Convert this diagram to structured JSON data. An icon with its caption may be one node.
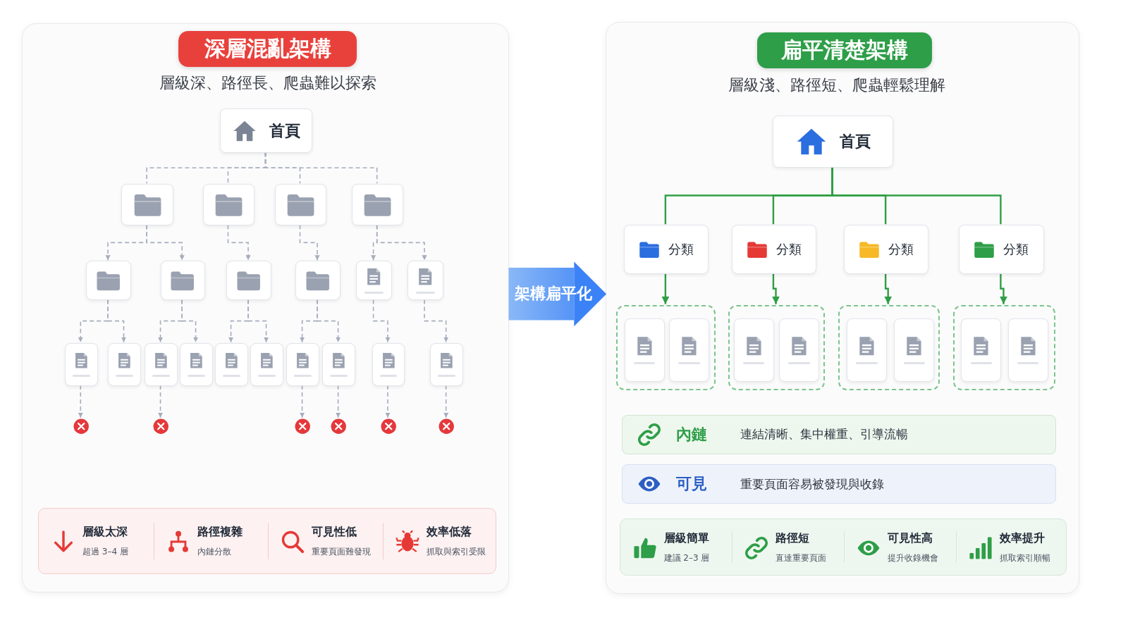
{
  "diagram": {
    "nodes": [
      {
        "text": [
          "層級深、路徑長、爬蟲難以探索"
        ]
      },
      {
        "text": [
          "深層混亂架構"
        ],
        "in": 0
      },
      {
        "text": [
          "首頁"
        ],
        "in": 0
      },
      {
        "text": [],
        "shape": "box",
        "in": 0
      },
      {
        "text": [],
        "shape": "box",
        "in": 0
      },
      {
        "text": [],
        "shape": "box",
        "in": 0
      },
      {
        "text": [],
        "shape": "box",
        "in": 0
      },
      {
        "text": [],
        "shape": "box",
        "in": 0
      },
      {
        "text": [],
        "shape": "box",
        "in": 0
      },
      {
        "text": [],
        "shape": "box",
        "in": 0
      },
      {
        "text": [],
        "shape": "box",
        "in": 0
      },
      {
        "text": [],
        "shape": "box",
        "in": 0
      },
      {
        "text": [],
        "shape": "box",
        "in": 0
      },
      {
        "text": [],
        "shape": "box",
        "in": 0
      },
      {
        "text": [],
        "shape": "box",
        "in": 0
      },
      {
        "text": [],
        "shape": "box",
        "in": 0
      },
      {
        "text": [],
        "shape": "box",
        "in": 0
      },
      {
        "text": [],
        "shape": "box",
        "in": 0
      },
      {
        "text": [],
        "shape": "box",
        "in": 0
      },
      {
        "text": [],
        "shape": "box",
        "in": 0
      },
      {
        "text": [],
        "shape": "box",
        "in": 0
      },
      {
        "text": [],
        "shape": "box",
        "in": 0
      },
      {
        "text": [],
        "shape": "box",
        "in": 0
      },
      {
        "text": [],
        "shape": "circle",
        "in": 0
      },
      {
        "text": [],
        "shape": "circle",
        "in": 0
      },
      {
        "text": [],
        "shape": "circle",
        "in": 0
      },
      {
        "text": [],
        "shape": "circle",
        "in": 0
      },
      {
        "text": [],
        "shape": "circle",
        "in": 0
      },
      {
        "text": [],
        "shape": "circle",
        "in": 0
      },
      {
        "text": [
          "層級太深",
          "超過 3–4 層",
          "路徑複雜",
          "內鏈分散",
          "可見性低",
          "重要頁面難發現",
          "效率低落",
          "抓取與索引受限"
        ],
        "in": 0
      },
      {
        "text": [
          "層級淺、路徑短、爬蟲輕鬆理解"
        ]
      },
      {
        "text": [
          "扁平清楚架構"
        ],
        "in": 30
      },
      {
        "text": [
          "首頁"
        ],
        "in": 30
      },
      {
        "text": [
          "分類"
        ],
        "in": 30
      },
      {
        "text": [
          "分類"
        ],
        "in": 30
      },
      {
        "text": [
          "分類"
        ],
        "in": 30
      },
      {
        "text": [
          "分類"
        ],
        "in": 30
      },
      {
        "text": [],
        "shape": "box",
        "in": 30
      },
      {
        "text": [],
        "shape": "box",
        "in": 30
      },
      {
        "text": [],
        "shape": "box",
        "in": 30
      },
      {
        "text": [],
        "shape": "box",
        "in": 30
      },
      {
        "text": [],
        "shape": "box",
        "in": 37
      },
      {
        "text": [],
        "shape": "box",
        "in": 37
      },
      {
        "text": [],
        "shape": "box",
        "in": 38
      },
      {
        "text": [],
        "shape": "box",
        "in": 38
      },
      {
        "text": [],
        "shape": "box",
        "in": 39
      },
      {
        "text": [],
        "shape": "box",
        "in": 39
      },
      {
        "text": [],
        "shape": "box",
        "in": 40
      },
      {
        "text": [],
        "shape": "box",
        "in": 40
      },
      {
        "text": [
          "內鏈",
          "連結清晰、集中權重、引導流暢"
        ],
        "in": 30
      },
      {
        "text": [
          "可見",
          "重要頁面容易被發現與收錄"
        ],
        "in": 30
      },
      {
        "text": [
          "層級簡單",
          "建議 2–3 層",
          "路徑短",
          "直達重要頁面",
          "可見性高",
          "提升收錄機會",
          "效率提升",
          "抓取索引順暢"
        ],
        "in": 30
      }
    ],
    "edges": [
      {
        "from": 2,
        "to": 3,
        "arrow": "none",
        "style": "dashed"
      },
      {
        "from": 2,
        "to": 4,
        "arrow": "none",
        "style": "dashed"
      },
      {
        "from": 2,
        "to": 5,
        "arrow": "none",
        "style": "dashed"
      },
      {
        "from": 2,
        "to": 6,
        "arrow": "none",
        "style": "dashed"
      },
      {
        "from": 3,
        "to": 7,
        "arrow": "to",
        "style": "dashed"
      },
      {
        "from": 3,
        "to": 8,
        "arrow": "to",
        "style": "dashed"
      },
      {
        "from": 4,
        "to": 9,
        "arrow": "to",
        "style": "dashed"
      },
      {
        "from": 5,
        "to": 10,
        "arrow": "to",
        "style": "dashed"
      },
      {
        "from": 6,
        "to": 11,
        "arrow": "to",
        "style": "dashed"
      },
      {
        "from": 6,
        "to": 12,
        "arrow": "to",
        "style": "dashed"
      },
      {
        "from": 7,
        "to": 13,
        "arrow": "to",
        "style": "dashed"
      },
      {
        "from": 7,
        "to": 14,
        "arrow": "to",
        "style": "dashed"
      },
      {
        "from": 8,
        "to": 15,
        "arrow": "to",
        "style": "dashed"
      },
      {
        "from": 8,
        "to": 16,
        "arrow": "to",
        "style": "dashed"
      },
      {
        "from": 9,
        "to": 17,
        "arrow": "to",
        "style": "dashed"
      },
      {
        "from": 9,
        "to": 18,
        "arrow": "to",
        "style": "dashed"
      },
      {
        "from": 10,
        "to": 19,
        "arrow": "to",
        "style": "dashed"
      },
      {
        "from": 10,
        "to": 20,
        "arrow": "to",
        "style": "dashed"
      },
      {
        "from": 11,
        "to": 21,
        "arrow": "to",
        "style": "dashed"
      },
      {
        "from": 12,
        "to": 22,
        "arrow": "to",
        "style": "dashed"
      },
      {
        "from": 13,
        "to": 23,
        "arrow": "to",
        "style": "dashed"
      },
      {
        "from": 15,
        "to": 24,
        "arrow": "to",
        "style": "dashed"
      },
      {
        "from": 19,
        "to": 25,
        "arrow": "to",
        "style": "dashed"
      },
      {
        "from": 20,
        "to": 26,
        "arrow": "to",
        "style": "dashed"
      },
      {
        "from": 21,
        "to": 27,
        "arrow": "to",
        "style": "dashed"
      },
      {
        "from": 22,
        "to": 28,
        "arrow": "to",
        "style": "dashed"
      },
      {
        "from": 0,
        "to": 30,
        "arrow": "to",
        "style": "thick",
        "color": "#3b82f6",
        "label": "架構扁平化"
      },
      {
        "from": 32,
        "to": 33,
        "arrow": "none",
        "color": "#2f9e44"
      },
      {
        "from": 32,
        "to": 34,
        "arrow": "none",
        "color": "#2f9e44"
      },
      {
        "from": 32,
        "to": 35,
        "arrow": "none",
        "color": "#2f9e44"
      },
      {
        "from": 32,
        "to": 36,
        "arrow": "none",
        "color": "#2f9e44"
      },
      {
        "from": 33,
        "to": 37,
        "arrow": "to",
        "color": "#2f9e44"
      },
      {
        "from": 34,
        "to": 38,
        "arrow": "to",
        "color": "#2f9e44"
      },
      {
        "from": 35,
        "to": 39,
        "arrow": "to",
        "color": "#2f9e44"
      },
      {
        "from": 36,
        "to": 40,
        "arrow": "to",
        "color": "#2f9e44"
      }
    ]
  }
}
